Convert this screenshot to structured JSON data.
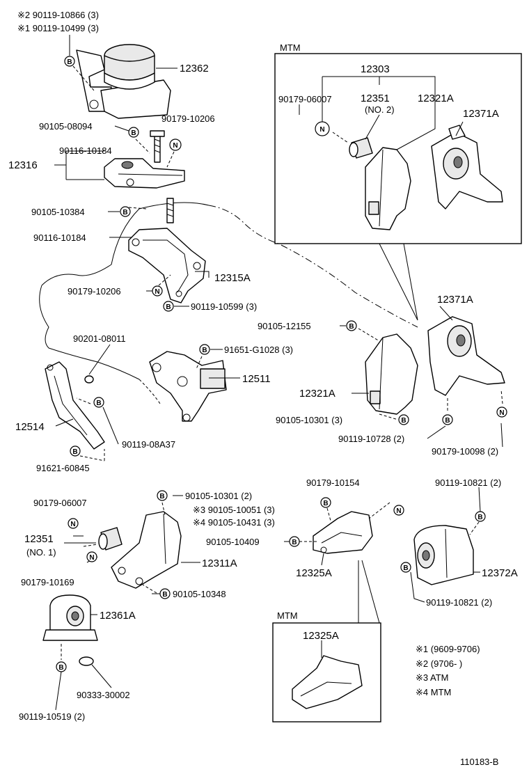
{
  "symbols": {
    "bolt": "B",
    "nut": "N"
  },
  "labels": {
    "l_290119_10866": "※2 90119-10866 (3)",
    "l_190119_10499": "※1 90119-10499 (3)",
    "p_12362": "12362",
    "l_90105_08094": "90105-08094",
    "l_90179_10206_top": "90179-10206",
    "l_90116_10184_top": "90116-10184",
    "p_12316": "12316",
    "l_90105_10384": "90105-10384",
    "l_90116_10184_mid": "90116-10184",
    "p_12315A": "12315A",
    "l_90179_10206_mid": "90179-10206",
    "l_90119_10599": "90119-10599 (3)",
    "l_90201_08011": "90201-08011",
    "l_91651_G1028": "91651-G1028 (3)",
    "p_12511": "12511",
    "p_12514": "12514",
    "l_90119_08A37": "90119-08A37",
    "l_91621_60845": "91621-60845",
    "mtm_box1_title": "MTM",
    "p_12303": "12303",
    "l_90179_06007_mtm": "90179-06007",
    "p_12351_mtm": "12351",
    "p_12351_mtm_no": "(NO. 2)",
    "p_12321A_mtm": "12321A",
    "p_12371A_mtm": "12371A",
    "p_12371A": "12371A",
    "l_90105_12155": "90105-12155",
    "p_12321A": "12321A",
    "l_90105_10301_3": "90105-10301 (3)",
    "l_90119_10728": "90119-10728 (2)",
    "l_90179_10098": "90179-10098 (2)",
    "l_90179_06007": "90179-06007",
    "p_12351": "12351",
    "p_12351_no": "(NO. 1)",
    "l_90179_10169": "90179-10169",
    "l_90105_10301_2": "90105-10301 (2)",
    "l_390105_10051": "※3 90105-10051 (3)",
    "l_490105_10431": "※4 90105-10431 (3)",
    "p_12311A": "12311A",
    "l_90105_10348": "90105-10348",
    "l_90179_10154": "90179-10154",
    "l_90105_10409": "90105-10409",
    "p_12325A": "12325A",
    "l_90119_10821_top": "90119-10821 (2)",
    "p_12372A": "12372A",
    "l_90119_10821_bot": "90119-10821 (2)",
    "p_12361A": "12361A",
    "l_90333_30002": "90333-30002",
    "l_90119_10519": "90119-10519 (2)",
    "mtm_box2_title": "MTM",
    "p_12325A_mtm": "12325A",
    "note1": "※1 (9609-9706)",
    "note2": "※2 (9706-         )",
    "note3": "※3  ATM",
    "note4": "※4  MTM",
    "figure_id": "110183-B"
  }
}
